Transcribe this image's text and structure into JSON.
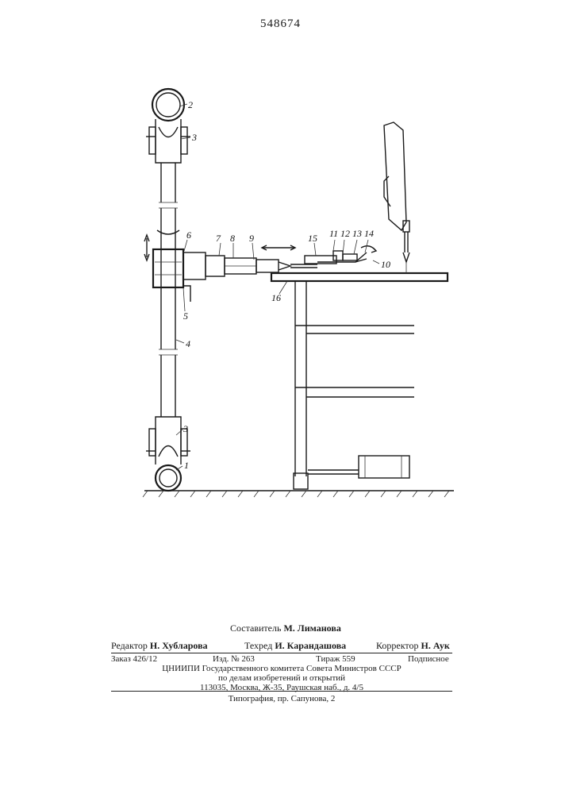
{
  "patent_number": "548674",
  "part_labels": [
    "1",
    "2",
    "3",
    "3",
    "4",
    "5",
    "6",
    "7",
    "8",
    "9",
    "10",
    "11",
    "12",
    "13",
    "14",
    "15",
    "16"
  ],
  "imprint": {
    "composer_role": "Составитель",
    "composer_name": "М. Лиманова",
    "editor_role": "Редактор",
    "editor_name": "Н. Хубларова",
    "techred_role": "Техред",
    "techred_name": "И. Карандашова",
    "corrector_role": "Корректор",
    "corrector_name": "Н. Аук",
    "order": "Заказ  426/12",
    "issue": "Изд.  №  263",
    "print_run": "Тираж  559",
    "subscription": "Подписное",
    "org_line1": "ЦНИИПИ  Государственного  комитета  Совета  Министров  СССР",
    "org_line2": "по делам изобретений и открытий",
    "address": "113035, Москва, Ж-35, Раушская наб., д. 4/5",
    "printer": "Типография, пр. Сапунова, 2"
  }
}
